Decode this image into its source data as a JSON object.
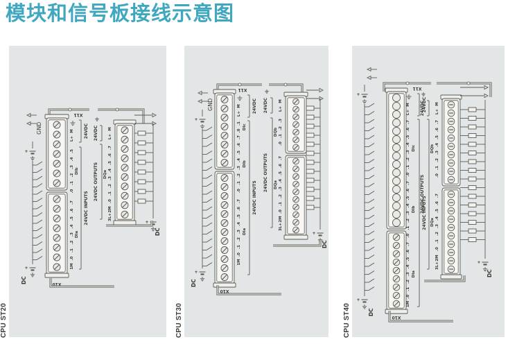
{
  "page": {
    "title": "模块和信号板接线示意图",
    "title_color": "#3fa7c0",
    "panel_bg": "#e3e6e7",
    "line_color": "#5a5a52",
    "text_color": "#3a3a34"
  },
  "labels": {
    "gnd": "GND",
    "dc": "DC",
    "plus": "+",
    "vdc": "24VDC",
    "inputs": "24VDC INPUTS",
    "outputs": "24VDC OUTPUTS",
    "x10": "X10",
    "x11": "X11"
  },
  "panels": [
    {
      "cpu": "CPU ST20",
      "input_power": [
        "⏚",
        "M",
        "L+"
      ],
      "input_groups": [
        {
          "name": "DIb",
          "terms": [
            ".5",
            ".4",
            ".3",
            ".2",
            ".1",
            ".0"
          ]
        },
        {
          "name": "DIa",
          "terms": [
            ".7",
            ".6",
            ".5",
            ".4",
            ".3",
            ".2",
            ".1",
            ".0",
            "1M"
          ]
        }
      ],
      "output_power": [
        "M",
        "L+"
      ],
      "output_groups": [
        {
          "name": "DQa",
          "terms": [
            ".7",
            ".6",
            ".5",
            ".4",
            ".3",
            ".2",
            ".1",
            ".0"
          ]
        },
        {
          "name": "",
          "terms": [
            "2M",
            "3L+"
          ]
        }
      ]
    },
    {
      "cpu": "CPU ST30",
      "input_power": [
        "⏚",
        "M",
        "L+"
      ],
      "input_groups": [
        {
          "name": "DIc",
          "terms": [
            ".1",
            ".0"
          ]
        },
        {
          "name": "DIb",
          "terms": [
            ".7",
            ".6",
            ".5",
            ".4",
            ".3",
            ".2",
            ".1",
            ".0"
          ]
        },
        {
          "name": "DIa",
          "terms": [
            ".7",
            ".6",
            ".5",
            ".4",
            ".3",
            ".2",
            ".1",
            ".0",
            "1M"
          ]
        }
      ],
      "output_power": [
        "M",
        "L+"
      ],
      "output_groups": [
        {
          "name": "DQb",
          "terms": [
            ".3",
            ".2",
            ".1",
            ".0"
          ]
        },
        {
          "name": "DQa",
          "terms": [
            ".7",
            ".6",
            ".5",
            ".4",
            ".3",
            ".2",
            ".1",
            ".0"
          ]
        },
        {
          "name": "",
          "terms": [
            "2M",
            "3L+"
          ]
        }
      ]
    },
    {
      "cpu": "CPU ST40",
      "input_power": [
        "⏚",
        "M",
        "L+"
      ],
      "input_groups": [
        {
          "name": "DIc",
          "terms": [
            ".7",
            ".6",
            ".5",
            ".4",
            ".3",
            ".2",
            ".1",
            ".0"
          ]
        },
        {
          "name": "DIb",
          "terms": [
            ".7",
            ".6",
            ".5",
            ".4",
            ".3",
            ".2",
            ".1",
            ".0"
          ]
        },
        {
          "name": "DIa",
          "terms": [
            ".7",
            ".6",
            ".5",
            ".4",
            ".3",
            ".2",
            ".1",
            ".0",
            "1M"
          ]
        }
      ],
      "output_power": [
        "M",
        "L+"
      ],
      "output_groups": [
        {
          "name": "DQb",
          "terms": [
            ".7",
            ".6",
            ".5",
            ".4",
            ".3",
            ".2",
            ".1",
            ".0"
          ]
        },
        {
          "name": "DQa",
          "terms": [
            ".7",
            ".6",
            ".5",
            ".4",
            ".3",
            ".2",
            ".1",
            ".0"
          ]
        },
        {
          "name": "",
          "terms": [
            "2M",
            "3L+"
          ]
        }
      ]
    }
  ]
}
